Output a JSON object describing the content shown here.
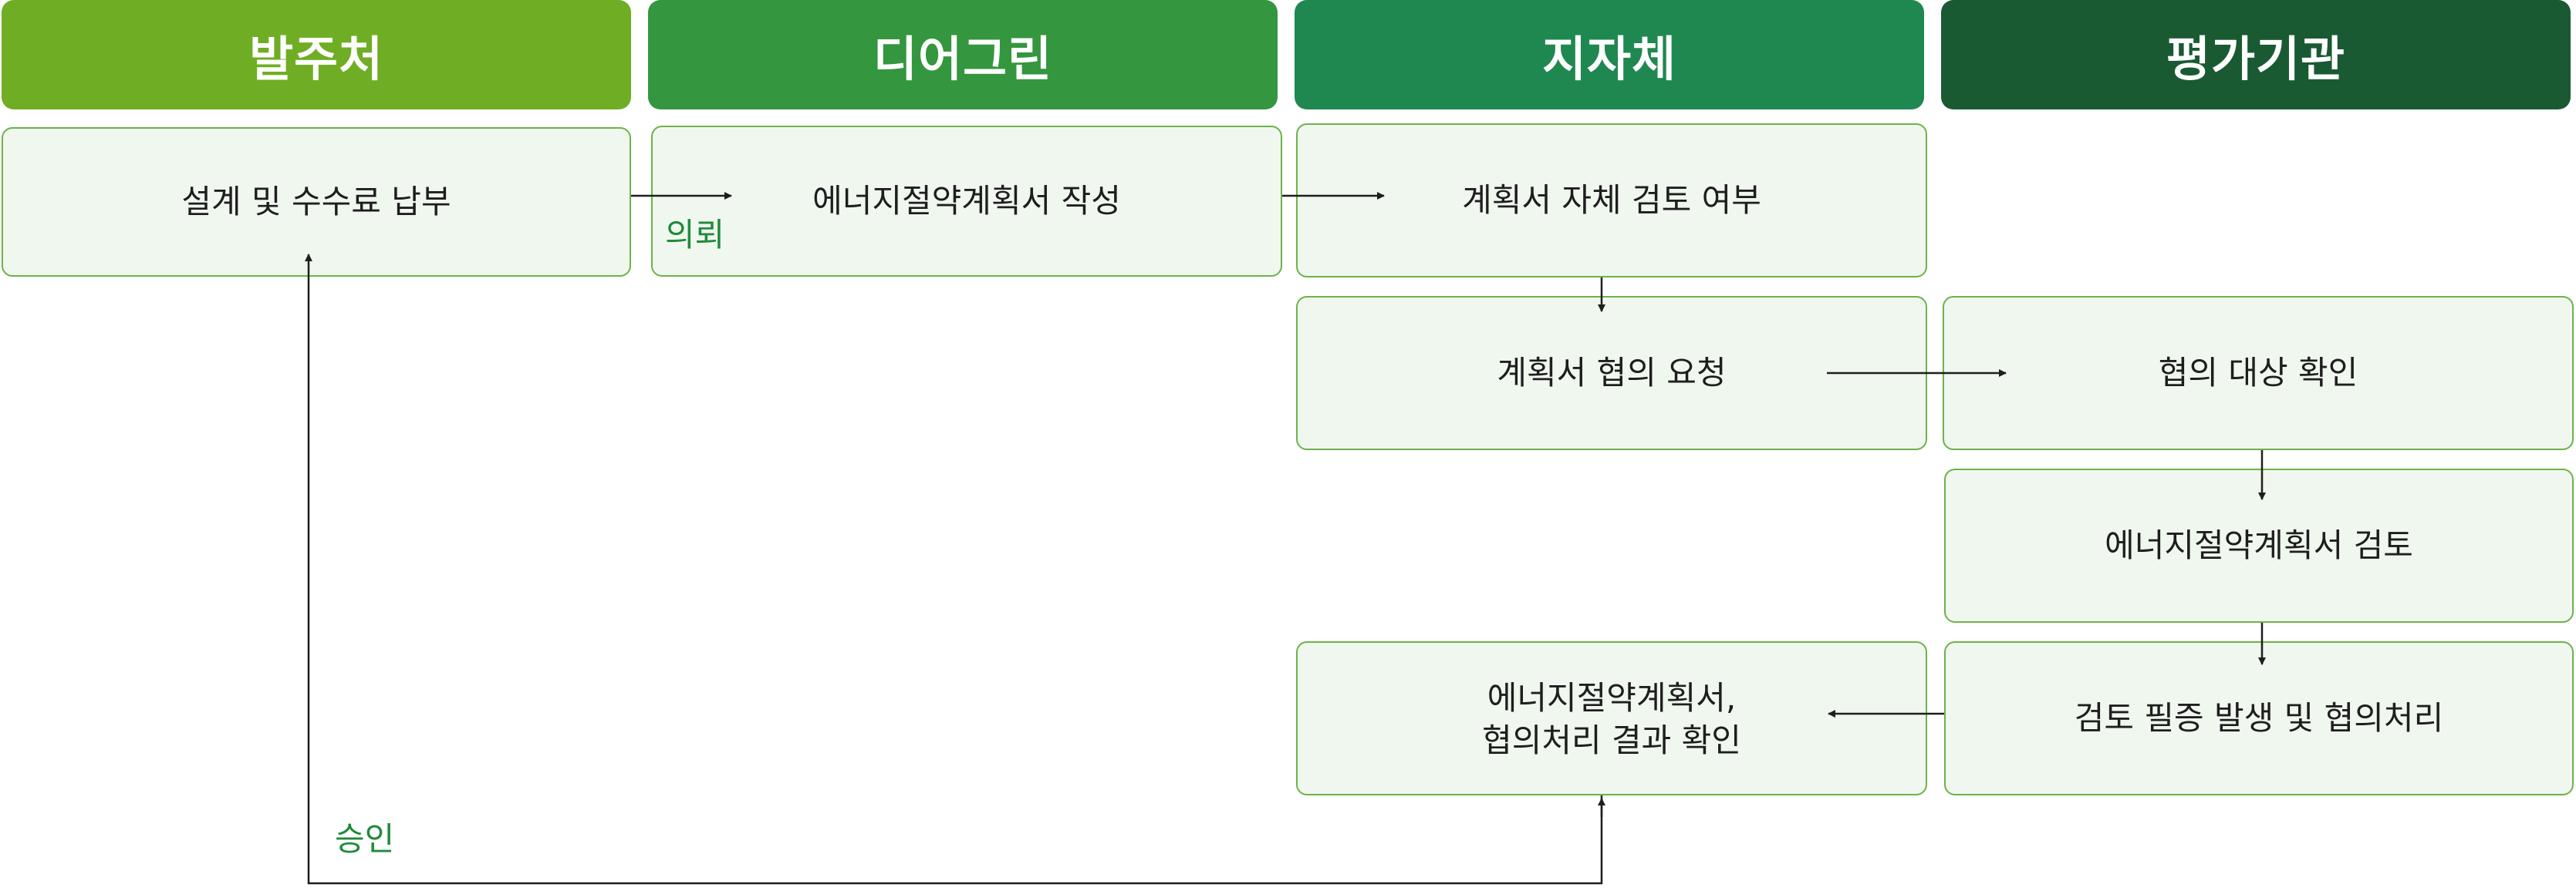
{
  "columns": [
    {
      "label": "발주처",
      "color": "#6fae24"
    },
    {
      "label": "디어그린",
      "color": "#34963e"
    },
    {
      "label": "지자체",
      "color": "#1f8850"
    },
    {
      "label": "평가기관",
      "color": "#1a5a33"
    }
  ],
  "nodes": {
    "design_fee": "설계 및 수수료 납부",
    "plan_write": "에너지절약계획서 작성",
    "plan_self_review": "계획서 자체 검토 여부",
    "plan_consult_request": "계획서 협의 요청",
    "consult_target_check": "협의 대상 확인",
    "plan_review": "에너지절약계획서 검토",
    "review_issue": "검토 필증 발생 및 협의처리",
    "result_line1": "에너지절약계획서,",
    "result_line2": "협의처리 결과 확인"
  },
  "edge_labels": {
    "request": "의뢰",
    "approve": "승인"
  },
  "colors": {
    "box_fill": "#f0f7ef",
    "box_border": "#6cb34a",
    "label_green": "#1f8a3a",
    "arrow": "#1e1e1e"
  }
}
